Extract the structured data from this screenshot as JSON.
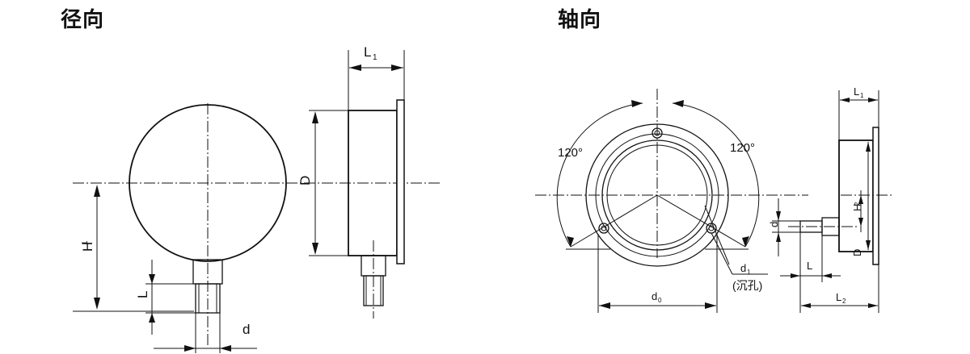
{
  "headings": {
    "radial": "径向",
    "axial": "轴向"
  },
  "radial_labels": {
    "L1": "L",
    "L1_sub": "1",
    "D": "D",
    "H1": "H",
    "H1_sub": "1",
    "L": "L",
    "d": "d"
  },
  "axial_labels": {
    "angle_left": "120°",
    "angle_right": "120°",
    "d0": "d",
    "d0_sub": "0",
    "d1": "d",
    "d1_sub": "1",
    "d1_note": "(沉孔)",
    "L1": "L",
    "L1_sub": "1",
    "H2": "H",
    "H2_sub": "2",
    "d": "d",
    "L": "L",
    "D": "D",
    "L2": "L",
    "L2_sub": "2"
  }
}
